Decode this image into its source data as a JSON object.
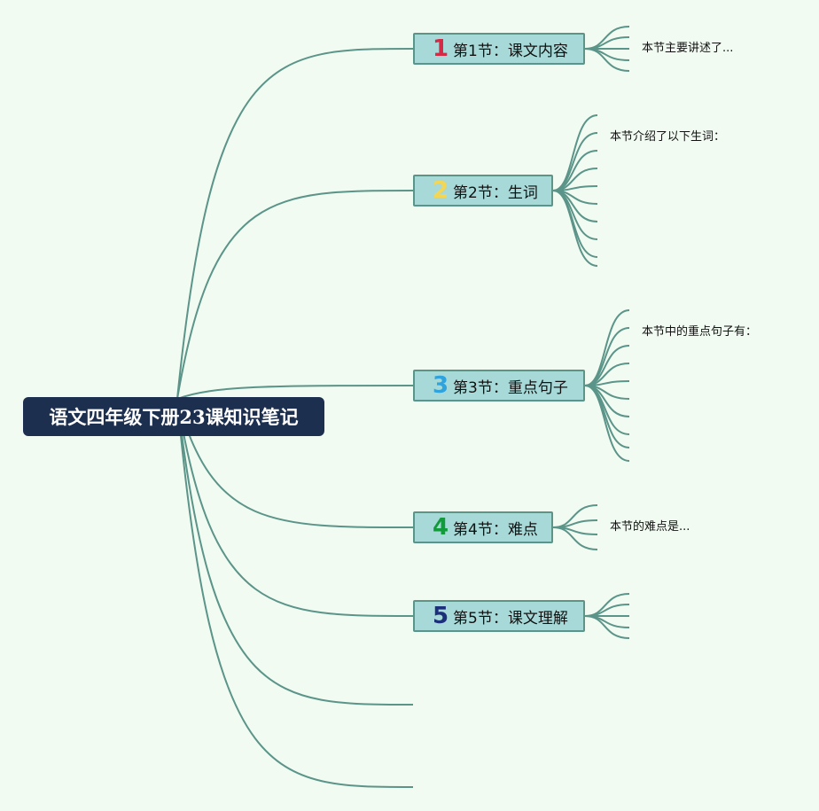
{
  "colors": {
    "background": "#f1fbf2",
    "root": "#1d2f4f",
    "topic_fill": "#a6d9d8",
    "topic_border": "#5b9488",
    "branch": "#5b9488"
  },
  "root": {
    "title": "语文四年级下册23课知识笔记"
  },
  "topics": [
    {
      "number": "1",
      "number_color": "#d42a45",
      "label": "第1节：课文内容",
      "note": "本节主要讲述了..."
    },
    {
      "number": "2",
      "number_color": "#f3d654",
      "label": "第2节：生词",
      "note": "本节介绍了以下生词："
    },
    {
      "number": "3",
      "number_color": "#2ea3dd",
      "label": "第3节：重点句子",
      "note": "本节中的重点句子有："
    },
    {
      "number": "4",
      "number_color": "#139a3a",
      "label": "第4节：难点",
      "note": "本节的难点是..."
    },
    {
      "number": "5",
      "number_color": "#1c2f7a",
      "label": "第5节：课文理解",
      "note": ""
    }
  ]
}
